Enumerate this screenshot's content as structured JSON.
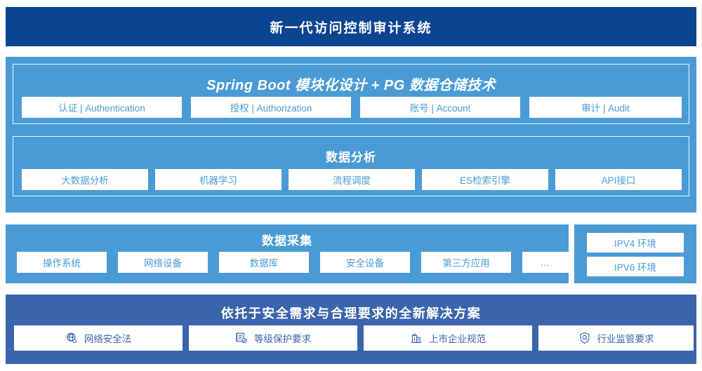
{
  "header": {
    "title": "新一代访问控制审计系统",
    "background": "#0b4490"
  },
  "colors": {
    "navy": "#0b4490",
    "light_blue": "#4a9bd5",
    "mid_blue": "#3a64ab",
    "card_bg": "#ffffff"
  },
  "platform_section": {
    "heading": "Spring Boot 模块化设计 + PG 数据仓储技术",
    "cards": [
      {
        "label": "认证 | Authentication"
      },
      {
        "label": "授权 | Authorization"
      },
      {
        "label": "账号 | Account"
      },
      {
        "label": "审计 | Audit"
      }
    ]
  },
  "analysis_section": {
    "heading": "数据分析",
    "cards": [
      {
        "label": "大数据分析"
      },
      {
        "label": "机器学习"
      },
      {
        "label": "流程调度"
      },
      {
        "label": "ES检索引擎"
      },
      {
        "label": "API接口"
      }
    ]
  },
  "collection_section": {
    "heading": "数据采集",
    "cards": [
      {
        "label": "操作系统"
      },
      {
        "label": "网络设备"
      },
      {
        "label": "数据库"
      },
      {
        "label": "安全设备"
      },
      {
        "label": "第三方应用"
      },
      {
        "label": "…"
      }
    ]
  },
  "environment_panel": {
    "cards": [
      {
        "label": "IPV4 环境"
      },
      {
        "label": "IPV6 环境"
      }
    ]
  },
  "solution_section": {
    "heading": "依托于安全需求与合理要求的全新解决方案",
    "cards": [
      {
        "label": "网络安全法",
        "icon": "globe-icon"
      },
      {
        "label": "等级保护要求",
        "icon": "document-check-icon"
      },
      {
        "label": "上市企业规范",
        "icon": "bank-icon"
      },
      {
        "label": "行业监管要求",
        "icon": "shield-search-icon"
      }
    ]
  }
}
